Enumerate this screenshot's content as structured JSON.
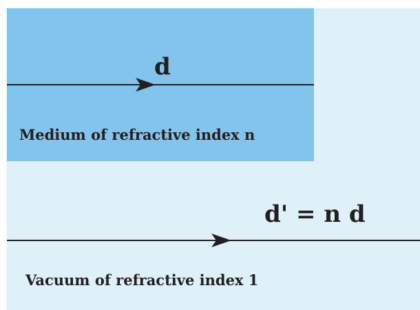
{
  "diagram": {
    "medium": {
      "label": "Medium of refractive index n",
      "color": "#82c4ec"
    },
    "vacuum": {
      "label": "Vacuum of refractive index 1",
      "color": "#dff1f8"
    },
    "top_arrow": {
      "label": "d"
    },
    "bottom_arrow": {
      "label": "d' = n d"
    },
    "line_color": "#231f20"
  }
}
